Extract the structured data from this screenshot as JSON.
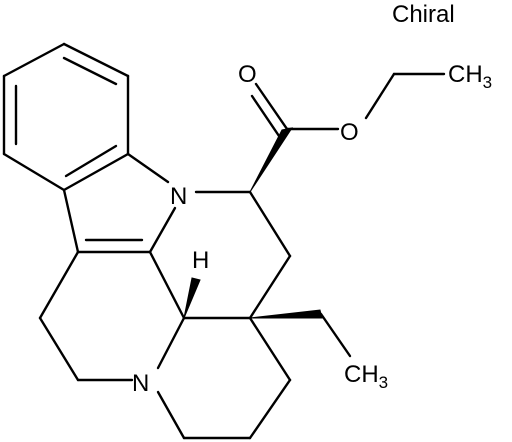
{
  "chiral_flag": "Chiral",
  "atoms": {
    "n_indole": "N",
    "n_amine": "N",
    "h_stereo": "H",
    "o_carbonyl": "O",
    "o_ester": "O",
    "ethyl_ester_ch3": {
      "base": "CH",
      "sub": "3"
    },
    "ethyl_side_ch3": {
      "base": "CH",
      "sub": "3"
    }
  }
}
